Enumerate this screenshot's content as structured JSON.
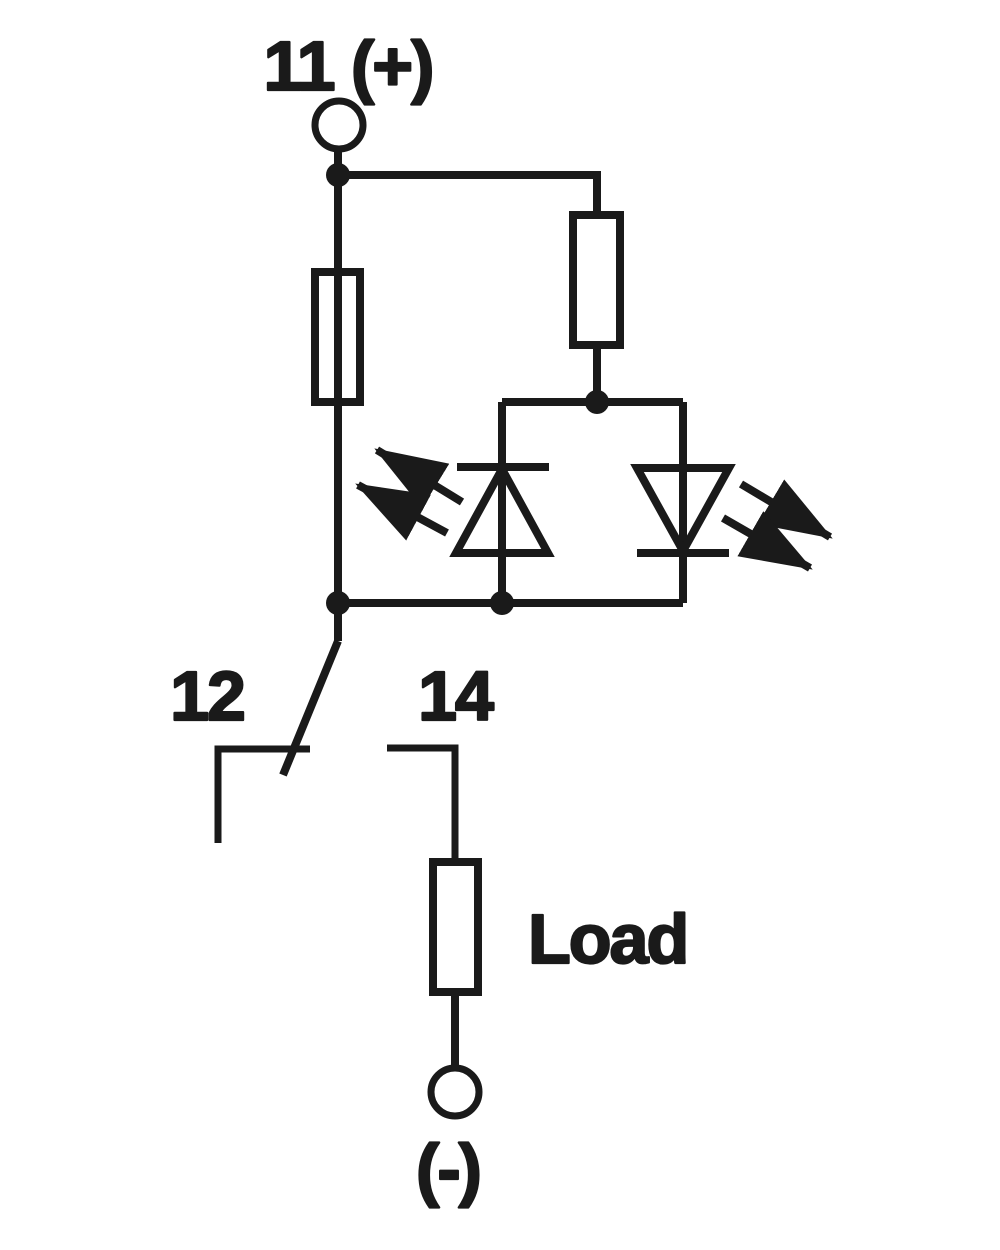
{
  "diagram": {
    "type": "relay-output-circuit-diagram",
    "labels": {
      "terminal_top": "11 (+)",
      "contact_left": "12",
      "contact_right": "14",
      "load": "Load",
      "terminal_bottom": "(-)"
    },
    "colors": {
      "line": "#1a1a1a",
      "background": "#ffffff"
    },
    "symbols": [
      "terminal-circle-top",
      "fuse",
      "series-resistor",
      "led-antiparallel-pair",
      "changeover-contact",
      "load-resistor",
      "terminal-circle-bottom"
    ]
  }
}
